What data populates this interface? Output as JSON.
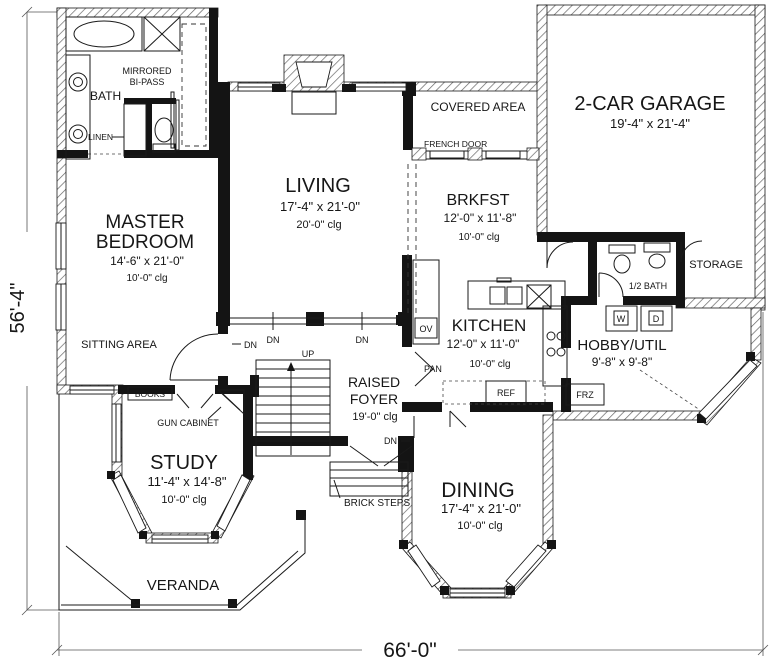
{
  "dimensions": {
    "left": "56'-4\"",
    "bottom": "66'-0\""
  },
  "rooms": {
    "bath": {
      "name": "BATH"
    },
    "master": {
      "line1": "MASTER",
      "line2": "BEDROOM",
      "size": "14'-6\" x 21'-0\"",
      "ceiling": "10'-0\" clg"
    },
    "living": {
      "name": "LIVING",
      "size": "17'-4\" x 21'-0\"",
      "ceiling": "20'-0\" clg"
    },
    "covered_area": {
      "name": "COVERED AREA"
    },
    "garage": {
      "name": "2-CAR GARAGE",
      "size": "19'-4\" x 21'-4\""
    },
    "storage": {
      "name": "STORAGE"
    },
    "brkfst": {
      "name": "BRKFST",
      "size": "12'-0\" x 11'-8\"",
      "ceiling": "10'-0\" clg"
    },
    "half_bath": {
      "name": "1/2 BATH"
    },
    "kitchen": {
      "name": "KITCHEN",
      "size": "12'-0\" x 11'-0\"",
      "ceiling": "10'-0\" clg"
    },
    "hobby_util": {
      "name": "HOBBY/UTIL",
      "size": "9'-8\" x 9'-8\""
    },
    "raised_foyer": {
      "line1": "RAISED",
      "line2": "FOYER",
      "ceiling": "19'-0\" clg"
    },
    "study": {
      "name": "STUDY",
      "size": "11'-4\" x 14'-8\"",
      "ceiling": "10'-0\" clg"
    },
    "dining": {
      "name": "DINING",
      "size": "17'-4\" x 21'-0\"",
      "ceiling": "10'-0\" clg"
    },
    "veranda": {
      "name": "VERANDA"
    }
  },
  "features": {
    "mirrored_line1": "MIRRORED",
    "mirrored_line2": "BI-PASS",
    "linen": "LINEN",
    "sitting_area": "SITTING AREA",
    "books": "BOOKS",
    "gun_cabinet": "GUN CABINET",
    "french_door": "FRENCH DOOR",
    "brick_steps": "BRICK STEPS",
    "up": "UP",
    "dn": "DN",
    "oven": "OV",
    "pantry": "PAN",
    "refrigerator": "REF",
    "freezer": "FRZ",
    "washer": "W",
    "dryer": "D"
  },
  "colors": {
    "line": "#1a1a1a",
    "background": "#ffffff",
    "hatch": "#666666"
  }
}
